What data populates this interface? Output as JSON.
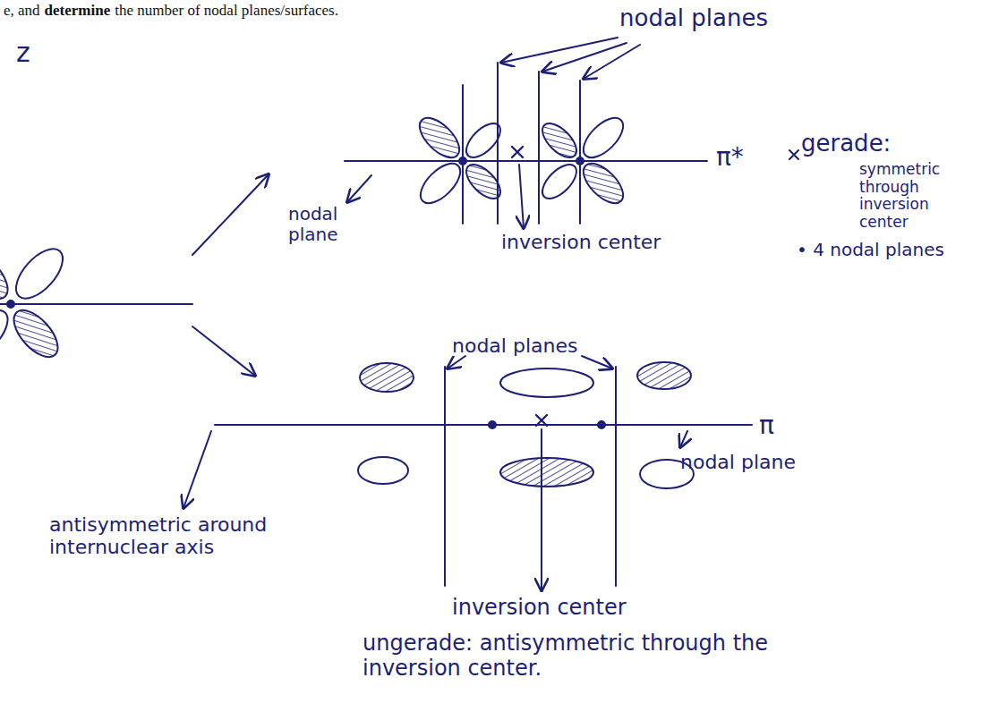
{
  "diagram": {
    "labels": [
      "e, and",
      "determine",
      "the number of nodal planes/surfaces.",
      "z",
      "nodal planes",
      "nodal plane",
      "inversion center",
      "π*",
      "gerade:",
      "symmetric through inversion center",
      "• 4 nodal planes",
      "nodal planes",
      "π",
      "nodal plane",
      "antisymmetric around internuclear axis",
      "inversion center",
      "ungerade: antisymmetric through the inversion center."
    ]
  }
}
